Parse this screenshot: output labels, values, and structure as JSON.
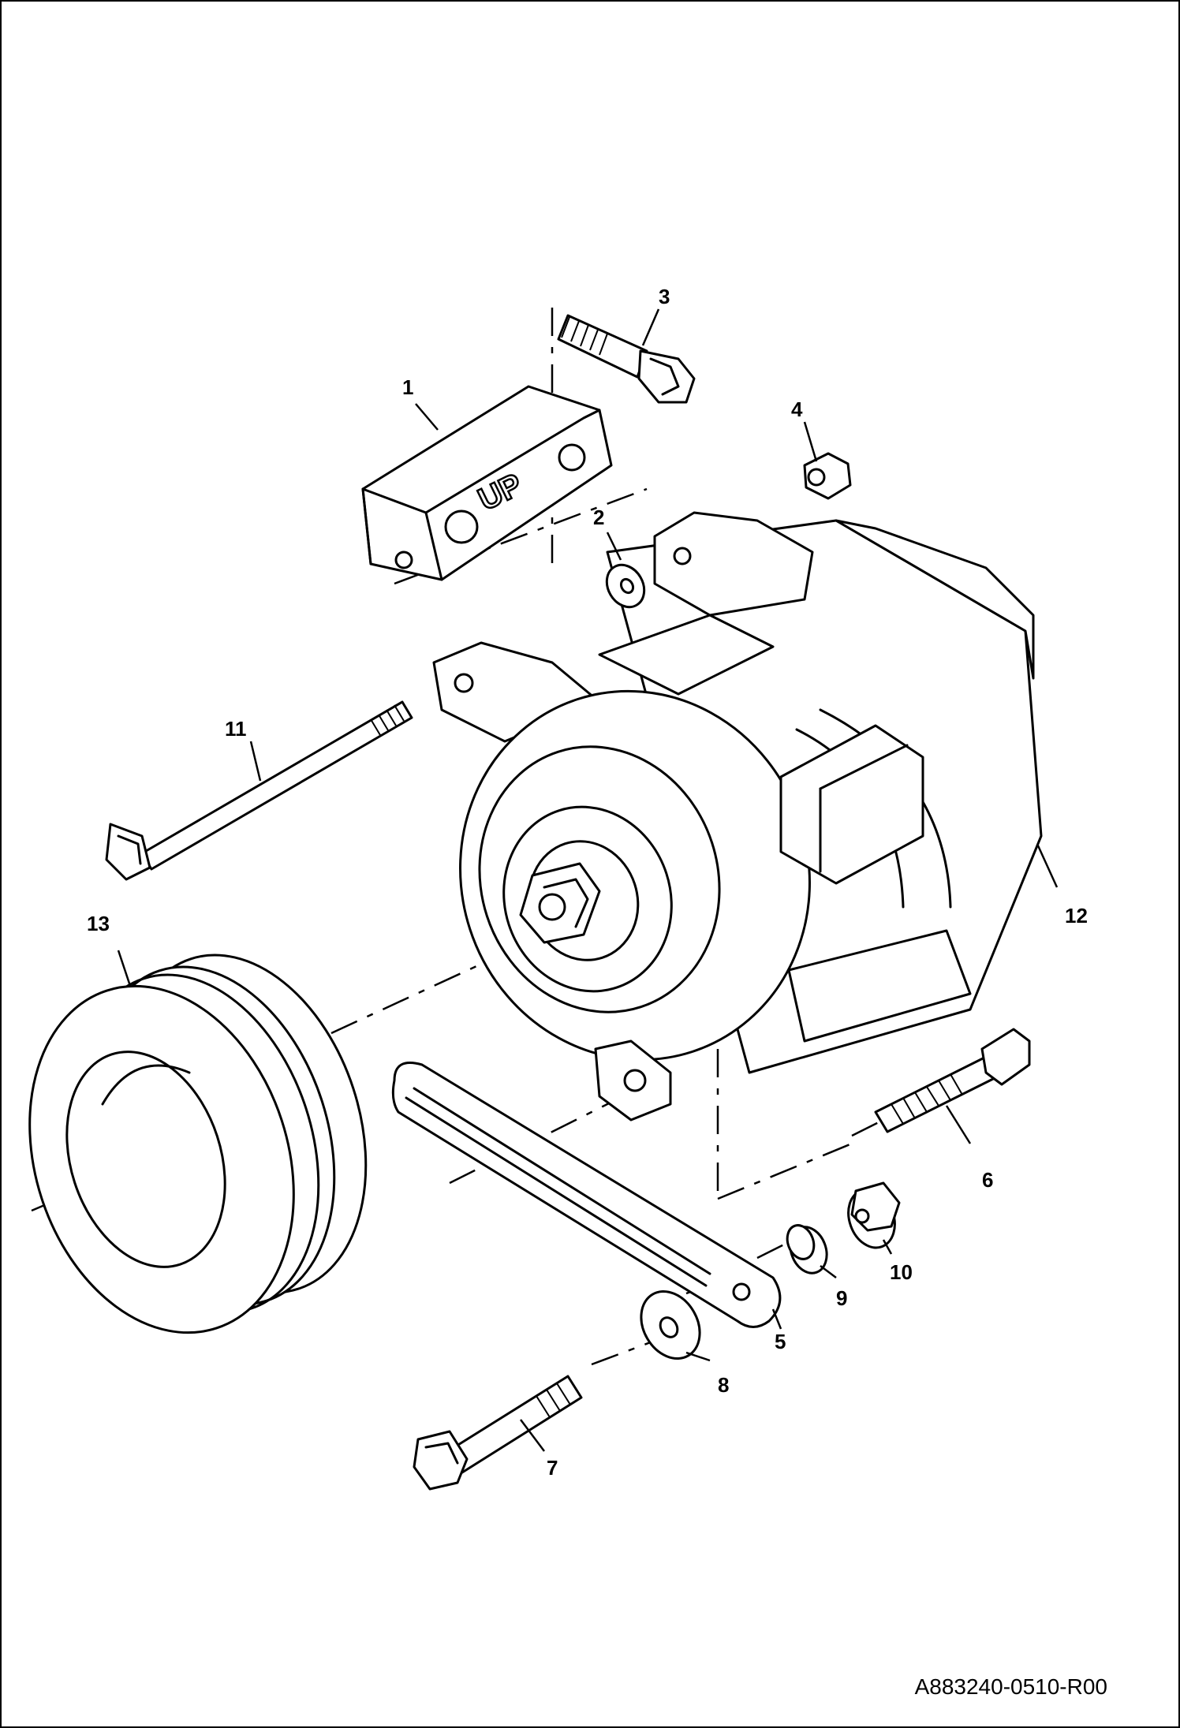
{
  "drawing_id": "A883240-0510-R00",
  "bracket_marking": "UP",
  "callouts": [
    {
      "number": "1",
      "part": "bracket"
    },
    {
      "number": "2",
      "part": "washer"
    },
    {
      "number": "3",
      "part": "flange-bolt"
    },
    {
      "number": "4",
      "part": "flange-nut"
    },
    {
      "number": "5",
      "part": "adjusting-link"
    },
    {
      "number": "6",
      "part": "flange-bolt"
    },
    {
      "number": "7",
      "part": "flange-bolt"
    },
    {
      "number": "8",
      "part": "washer"
    },
    {
      "number": "9",
      "part": "spacer"
    },
    {
      "number": "10",
      "part": "flange-nut"
    },
    {
      "number": "11",
      "part": "long-bolt"
    },
    {
      "number": "12",
      "part": "alternator"
    },
    {
      "number": "13",
      "part": "pulley"
    }
  ]
}
